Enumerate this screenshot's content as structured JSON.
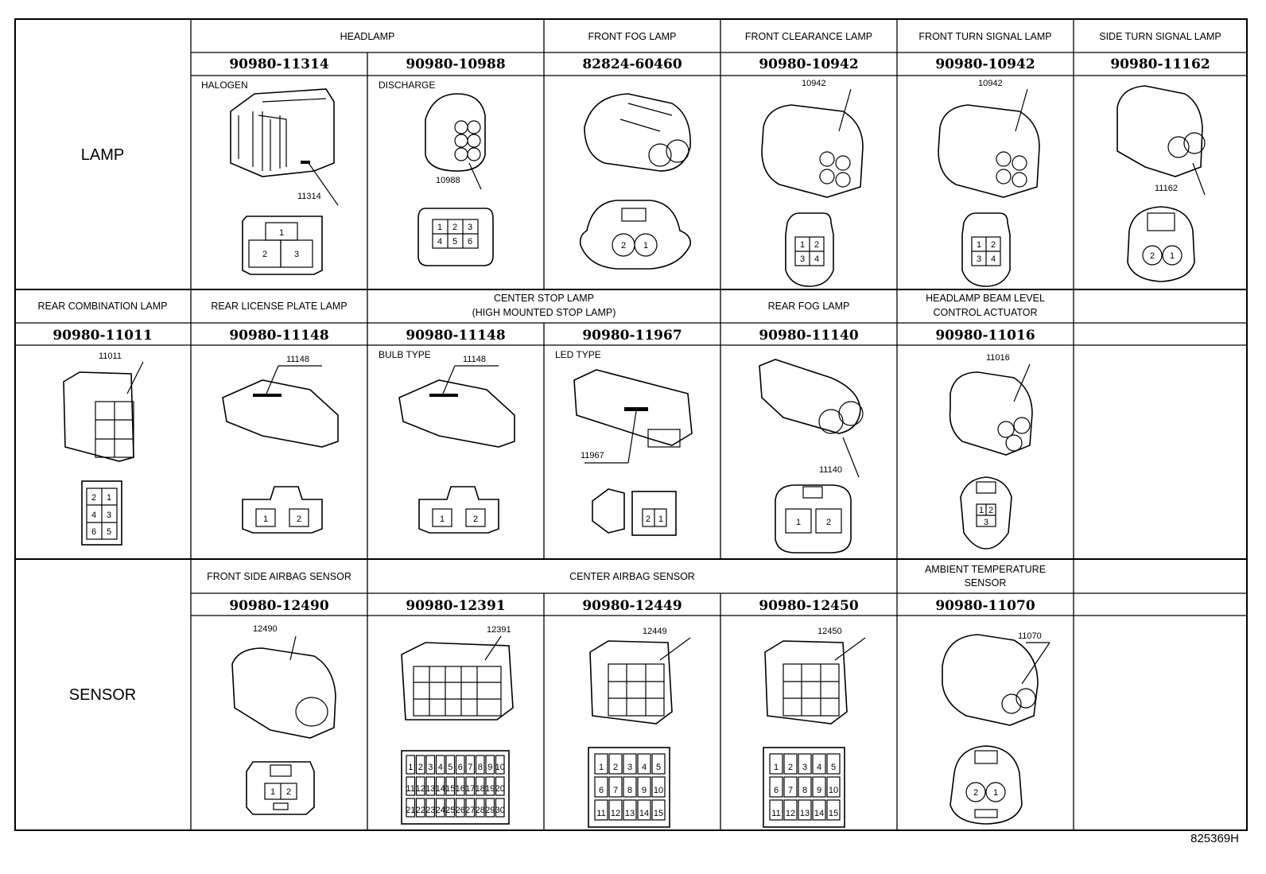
{
  "rows": [
    {
      "side_label": "LAMP",
      "cells": [
        {
          "title": "HEADLAMP",
          "parts": [
            {
              "pn": "90980-11314",
              "tag": "HALOGEN",
              "code": "11314",
              "pins": [
                "1",
                "2",
                "3"
              ]
            },
            {
              "pn": "90980-10988",
              "tag": "DISCHARGE",
              "code": "10988",
              "pins": [
                "1",
                "2",
                "3",
                "4",
                "5",
                "6"
              ]
            }
          ]
        },
        {
          "title": "FRONT FOG LAMP",
          "parts": [
            {
              "pn": "82824-60460",
              "tag": "",
              "code": "",
              "pins": [
                "2",
                "1"
              ]
            }
          ]
        },
        {
          "title": "FRONT CLEARANCE LAMP",
          "parts": [
            {
              "pn": "90980-10942",
              "tag": "",
              "code": "10942",
              "pins": [
                "1",
                "2",
                "3",
                "4"
              ]
            }
          ]
        },
        {
          "title": "FRONT TURN SIGNAL LAMP",
          "parts": [
            {
              "pn": "90980-10942",
              "tag": "",
              "code": "10942",
              "pins": [
                "1",
                "2",
                "3",
                "4"
              ]
            }
          ]
        },
        {
          "title": "SIDE TURN SIGNAL LAMP",
          "parts": [
            {
              "pn": "90980-11162",
              "tag": "",
              "code": "11162",
              "pins": [
                "2",
                "1"
              ]
            }
          ]
        }
      ]
    },
    {
      "side_label": "",
      "cells": [
        {
          "title": "REAR COMBINATION LAMP",
          "parts": [
            {
              "pn": "90980-11011",
              "tag": "",
              "code": "11011",
              "pins": [
                "2",
                "1",
                "4",
                "3",
                "6",
                "5"
              ]
            }
          ]
        },
        {
          "title": "REAR LICENSE PLATE LAMP",
          "parts": [
            {
              "pn": "90980-11148",
              "tag": "",
              "code": "11148",
              "pins": [
                "1",
                "2"
              ]
            }
          ]
        },
        {
          "title": "CENTER STOP LAMP",
          "title2": "(HIGH MOUNTED STOP LAMP)",
          "parts": [
            {
              "pn": "90980-11148",
              "tag": "BULB TYPE",
              "code": "11148",
              "pins": [
                "1",
                "2"
              ]
            },
            {
              "pn": "90980-11967",
              "tag": "LED TYPE",
              "code": "11967",
              "pins": [
                "2",
                "1"
              ]
            }
          ]
        },
        {
          "title": "REAR FOG LAMP",
          "parts": [
            {
              "pn": "90980-11140",
              "tag": "",
              "code": "11140",
              "pins": [
                "1",
                "2"
              ]
            }
          ]
        },
        {
          "title": "HEADLAMP BEAM LEVEL",
          "title2": "CONTROL ACTUATOR",
          "parts": [
            {
              "pn": "90980-11016",
              "tag": "",
              "code": "11016",
              "pins": [
                "1",
                "2",
                "3"
              ]
            }
          ]
        }
      ]
    },
    {
      "side_label": "SENSOR",
      "cells": [
        {
          "title": "FRONT SIDE AIRBAG SENSOR",
          "parts": [
            {
              "pn": "90980-12490",
              "tag": "",
              "code": "12490",
              "pins": [
                "1",
                "2"
              ]
            }
          ]
        },
        {
          "title": "CENTER AIRBAG SENSOR",
          "parts": [
            {
              "pn": "90980-12391",
              "tag": "",
              "code": "12391",
              "pins": [
                "1",
                "2",
                "3",
                "4",
                "5",
                "6",
                "7",
                "8",
                "9",
                "10",
                "11",
                "12",
                "13",
                "14",
                "15",
                "16",
                "17",
                "18",
                "19",
                "20",
                "21",
                "22",
                "23",
                "24",
                "25",
                "26",
                "27",
                "28",
                "29",
                "30"
              ]
            },
            {
              "pn": "90980-12449",
              "tag": "",
              "code": "12449",
              "pins": [
                "1",
                "2",
                "3",
                "4",
                "5",
                "6",
                "7",
                "8",
                "9",
                "10",
                "11",
                "12",
                "13",
                "14",
                "15"
              ]
            },
            {
              "pn": "90980-12450",
              "tag": "",
              "code": "12450",
              "pins": [
                "1",
                "2",
                "3",
                "4",
                "5",
                "6",
                "7",
                "8",
                "9",
                "10",
                "11",
                "12",
                "13",
                "14",
                "15"
              ]
            }
          ]
        },
        {
          "title": "AMBIENT TEMPERATURE",
          "title2": "SENSOR",
          "parts": [
            {
              "pn": "90980-11070",
              "tag": "",
              "code": "11070",
              "pins": [
                "2",
                "1"
              ]
            }
          ]
        }
      ]
    }
  ],
  "diagram_code": "825369H"
}
